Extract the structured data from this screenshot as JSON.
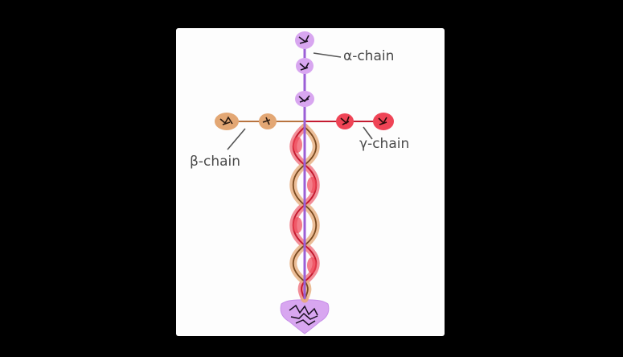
{
  "labels": {
    "alpha": "α-chain",
    "beta": "β-chain",
    "gamma": "γ-chain"
  },
  "colors": {
    "background": "#000000",
    "panel": "#fdfdfd",
    "alpha_chain": "#d8a6f0",
    "alpha_core": "#9b5fd6",
    "beta_chain": "#e3a774",
    "beta_core": "#b8733f",
    "gamma_chain": "#ef4456",
    "gamma_core": "#c41b30",
    "label_text": "#4a4a4a"
  }
}
